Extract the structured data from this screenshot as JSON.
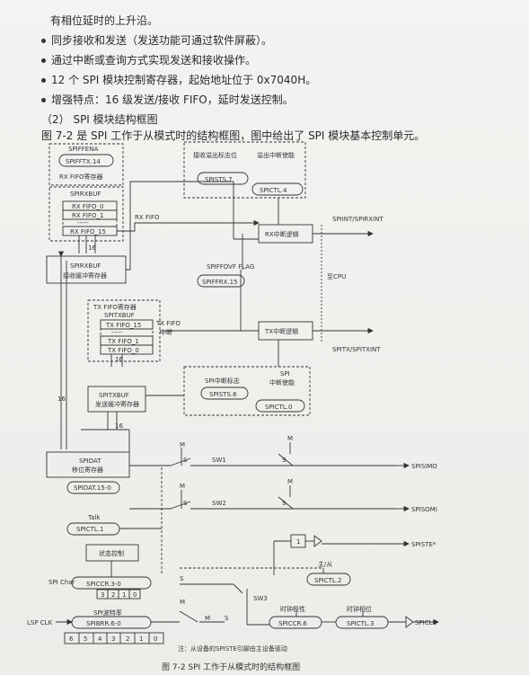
{
  "intro": {
    "line0": "有相位延时的上升沿。",
    "bullets": [
      "同步接收和发送（发送功能可通过软件屏蔽）。",
      "通过中断或查询方式实现发送和接收操作。",
      "12 个 SPI 模块控制寄存器，起始地址位于 0x7040H。",
      "增强特点：16 级发送/接收 FIFO，延时发送控制。"
    ],
    "section_heading": "（2） SPI 模块结构框图",
    "section_desc": "图 7-2 是 SPI 工作于从模式时的结构框图，图中给出了 SPI 模块基本控制单元。"
  },
  "diagram": {
    "spiffena": "SPIFFENA",
    "spiffenx": "SPIFFTX.14",
    "rx_fifo_reg": "RX FIFO寄存器",
    "spirxbuf_top": "SPIRXBUF",
    "rx_fifo_rows": [
      "RX FIFO_0",
      "RX FIFO_1",
      "-----",
      "RX FIFO_15"
    ],
    "sixteen": "16",
    "spirxbuf_label": "SPIRXBUF",
    "rx_buf_reg": "接收缓冲寄存器",
    "rx_fifo_line": "RX FIFO",
    "rx_int_logic": "RX中断逻辑",
    "spiint": "SPIINT/SPIRXINT",
    "rx_overflow": "接收溢出标志位",
    "spists7": "SPISTS.7",
    "overrun_enable": "溢出中断使能",
    "spictl4": "SPICTL.4",
    "spiffovf": "SPIFFOVF FLAG",
    "spiffrx15": "SPIFFRX.15",
    "to_cpu": "至CPU",
    "tx_fifo_reg": "TX FIFO寄存器",
    "spitxbuf_top": "SPITXBUF",
    "tx_fifo_rows": [
      "TX FIFO_15",
      "-----",
      "TX FIFO_1",
      "TX FIFO_0"
    ],
    "tx_fifo_int": "TX FIFO",
    "tx_fifo_int2": "中断",
    "tx_int_logic": "TX中断逻辑",
    "spitx": "SPITX/SPITXINT",
    "spi_int_flag": "SPI中断标志",
    "spists6": "SPISTS.6",
    "spi_int_en1": "SPI",
    "spi_int_en2": "中断使能",
    "spictl0": "SPICTL.0",
    "spitxbuf_label": "SPITXBUF",
    "tx_buf_reg": "发送缓冲寄存器",
    "spidat": "SPIDAT",
    "shift_reg": "移位寄存器",
    "spidat150": "SPIDAT.15-0",
    "talk": "Talk",
    "spictl1": "SPICTL.1",
    "m": "M",
    "s": "S",
    "sw1": "SW1",
    "sw2": "SW2",
    "sw3": "SW3",
    "spisimo": "SPISIMO",
    "spisomi": "SPISOMI",
    "spiste": "SPISTE*",
    "one": "1",
    "char_ctrl": "状态控制",
    "spi_char": "SPI Char",
    "spiccr": "SPICCR.3-0",
    "char_bits": [
      "3",
      "2",
      "1",
      "0"
    ],
    "master_slave": "主/从",
    "spictl2": "SPICTL.2",
    "lspclk": "LSP CLK",
    "baud": "SPI波特率",
    "spibrr": "SPIBRR.6-0",
    "brr_bits": [
      "6",
      "5",
      "4",
      "3",
      "2",
      "1",
      "0"
    ],
    "clk_polarity": "时钟极性",
    "spiccr6": "SPICCR.6",
    "clk_phase": "时钟相位",
    "spictl3": "SPICTL.3",
    "spiclk": "SPICLK",
    "footnote": "注：从设备的SPISTE引脚由主设备驱动",
    "caption": "图 7-2   SPI 工作于从模式时的结构框图"
  }
}
